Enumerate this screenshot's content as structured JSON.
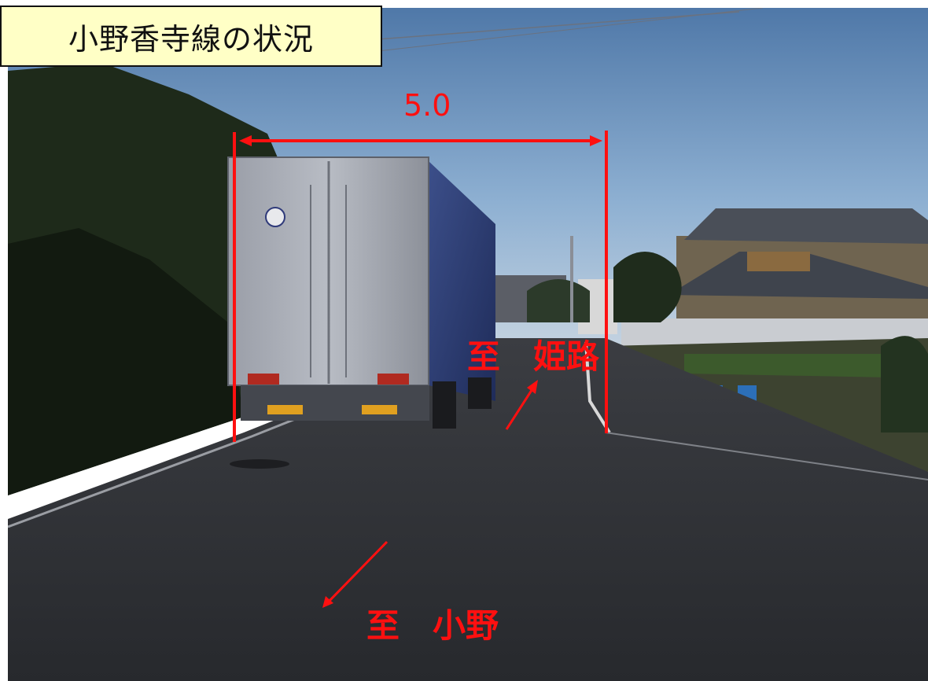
{
  "title": "小野香寺線の状況",
  "annotations": {
    "road_width": "5.0",
    "to_himeji": "至　姫路",
    "to_ono": "至　小野"
  },
  "colors": {
    "annotation": "#ff1010",
    "title_background": "#ffffc6"
  }
}
